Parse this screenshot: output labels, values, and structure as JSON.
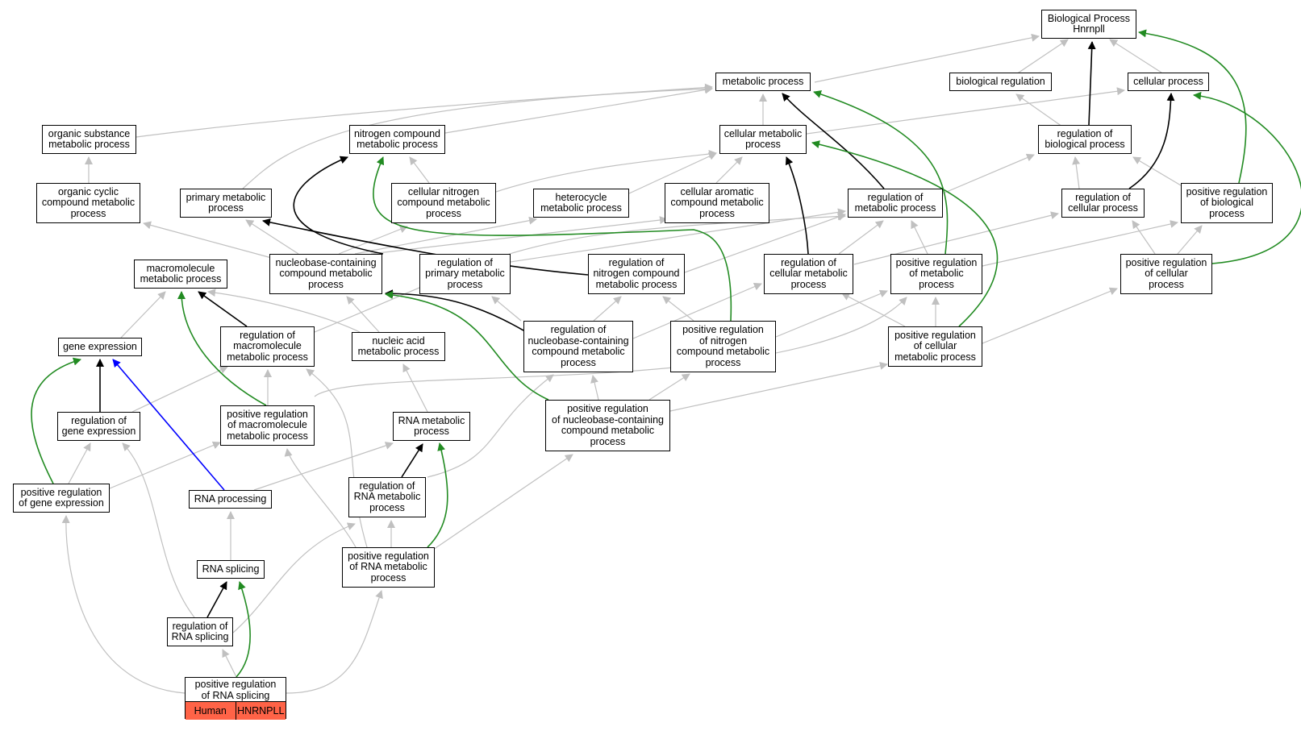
{
  "colors": {
    "gray": "#c0c0c0",
    "black": "#000000",
    "green": "#228b22",
    "blue": "#0000ff",
    "leaf_fill": "#ff6347"
  },
  "nodes": {
    "bp": "Biological Process\nHnrnpll",
    "mp": "metabolic process",
    "br": "biological regulation",
    "cp": "cellular process",
    "osmp": "organic substance\nmetabolic process",
    "ncmp": "nitrogen compound\nmetabolic process",
    "cmp": "cellular metabolic\nprocess",
    "rbp": "regulation of\nbiological process",
    "occmp": "organic cyclic\ncompound metabolic\nprocess",
    "pmp": "primary metabolic\nprocess",
    "cncmp": "cellular nitrogen\ncompound metabolic\nprocess",
    "hmp": "heterocycle\nmetabolic process",
    "cacmp": "cellular aromatic\ncompound metabolic\nprocess",
    "rmp": "regulation of\nmetabolic process",
    "rcp": "regulation of\ncellular process",
    "prbp": "positive regulation\nof biological\nprocess",
    "mmp": "macromolecule\nmetabolic process",
    "nbcmp": "nucleobase-containing\ncompound metabolic\nprocess",
    "rpmp": "regulation of\nprimary metabolic\nprocess",
    "rncmp": "regulation of\nnitrogen compound\nmetabolic process",
    "rcmp": "regulation of\ncellular metabolic\nprocess",
    "prmp": "positive regulation\nof metabolic\nprocess",
    "prcp": "positive regulation\nof cellular\nprocess",
    "ge": "gene expression",
    "rmmp": "regulation of\nmacromolecule\nmetabolic process",
    "namp": "nucleic acid\nmetabolic process",
    "rnbcmp": "regulation of\nnucleobase-containing\ncompound metabolic\nprocess",
    "prncmp": "positive regulation\nof nitrogen\ncompound metabolic\nprocess",
    "prcmp": "positive regulation\nof cellular\nmetabolic process",
    "rge": "regulation of\ngene expression",
    "prmmp": "positive regulation\nof macromolecule\nmetabolic process",
    "rnamp": "RNA metabolic\nprocess",
    "prnbcmp": "positive regulation\nof nucleobase-containing\ncompound metabolic\nprocess",
    "prge": "positive regulation\nof gene expression",
    "rnap": "RNA processing",
    "rrnamp": "regulation of\nRNA metabolic\nprocess",
    "rnas": "RNA splicing",
    "prrnamp": "positive regulation\nof RNA metabolic\nprocess",
    "rrnas": "regulation of\nRNA splicing"
  },
  "leaf": {
    "label": "positive regulation\nof RNA splicing",
    "species": "Human",
    "gene": "HNRNPLL"
  }
}
